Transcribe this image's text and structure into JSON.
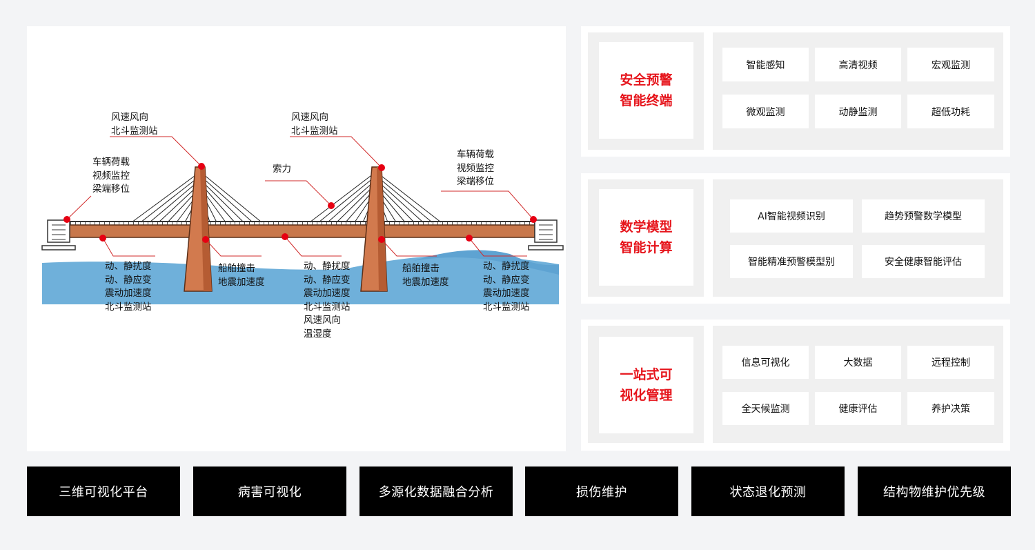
{
  "diagram": {
    "labels": {
      "tower1_top": [
        "风速风向",
        "北斗监测站"
      ],
      "left_abutment": [
        "车辆荷载",
        "视频监控",
        "梁端移位"
      ],
      "tower2_top": [
        "风速风向",
        "北斗监测站"
      ],
      "cable": [
        "索力"
      ],
      "right_abutment": [
        "车辆荷载",
        "视频监控",
        "梁端移位"
      ],
      "left_span": [
        "动、静扰度",
        "动、静应变",
        "震动加速度",
        "北斗监测站"
      ],
      "tower1_base": [
        "船舶撞击",
        "地震加速度"
      ],
      "mid_span": [
        "动、静扰度",
        "动、静应变",
        "震动加速度",
        "北斗监测站",
        "风速风向",
        "温湿度"
      ],
      "tower2_base": [
        "船舶撞击",
        "地震加速度"
      ],
      "right_span": [
        "动、静扰度",
        "动、静应变",
        "震动加速度",
        "北斗监测站"
      ]
    },
    "colors": {
      "water": "#6fb0da",
      "tower": "#d27a4e",
      "deck": "#c8774b",
      "sensor": "#e60012",
      "leader": "#d12a2a"
    }
  },
  "cards": [
    {
      "title_lines": [
        "安全预警",
        "智能终端"
      ],
      "features": [
        "智能感知",
        "高清视频",
        "宏观监测",
        "微观监测",
        "动静监测",
        "超低功耗"
      ]
    },
    {
      "title_lines": [
        "数学模型",
        "智能计算"
      ],
      "features": [
        "AI智能视频识别",
        "趋势预警数学模型",
        "智能精准预警模型别",
        "安全健康智能评估"
      ]
    },
    {
      "title_lines": [
        "一站式可",
        "视化管理"
      ],
      "features": [
        "信息可视化",
        "大数据",
        "远程控制",
        "全天候监测",
        "健康评估",
        "养护决策"
      ]
    }
  ],
  "bottom_bar": [
    "三维可视化平台",
    "病害可视化",
    "多源化数据融合分析",
    "损伤维护",
    "状态退化预测",
    "结构物维护优先级"
  ],
  "accent_color": "#e6151c"
}
